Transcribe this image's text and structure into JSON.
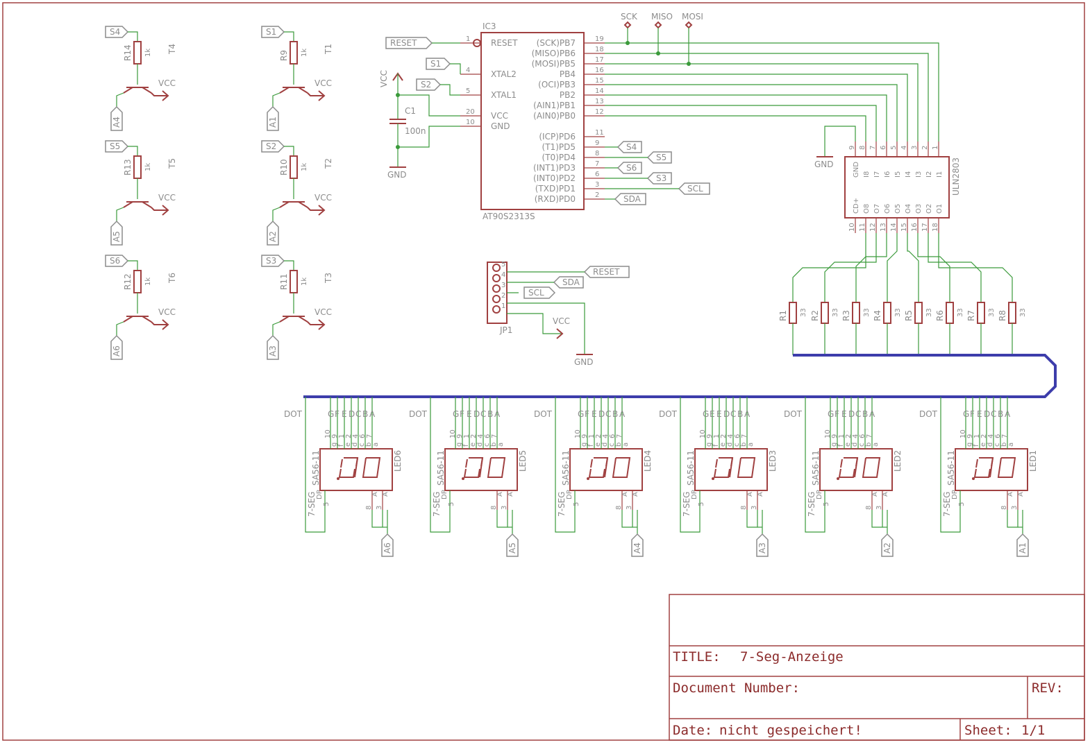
{
  "titleblock": {
    "title_label": "TITLE:",
    "title": "7-Seg-Anzeige",
    "document_label": "Document Number:",
    "rev_label": "REV:",
    "date_label": "Date:",
    "date": "nicht gespeichert!",
    "sheet_label": "Sheet:",
    "sheet": "1/1"
  },
  "mcu": {
    "name": "IC3",
    "value": "AT90S2313S",
    "left_pins": [
      {
        "num": "1",
        "name": "RESET"
      },
      {
        "num": "4",
        "name": "XTAL2"
      },
      {
        "num": "5",
        "name": "XTAL1"
      },
      {
        "num": "20",
        "name": "VCC"
      },
      {
        "num": "10",
        "name": "GND"
      }
    ],
    "right_pins": [
      {
        "num": "19",
        "name": "(SCK)PB7"
      },
      {
        "num": "18",
        "name": "(MISO)PB6"
      },
      {
        "num": "17",
        "name": "(MOSI)PB5"
      },
      {
        "num": "16",
        "name": "PB4"
      },
      {
        "num": "15",
        "name": "(OCI)PB3"
      },
      {
        "num": "14",
        "name": "PB2"
      },
      {
        "num": "13",
        "name": "(AIN1)PB1"
      },
      {
        "num": "12",
        "name": "(AIN0)PB0"
      },
      {
        "num": "11",
        "name": "(ICP)PD6"
      },
      {
        "num": "9",
        "name": "(T1)PD5"
      },
      {
        "num": "8",
        "name": "(T0)PD4"
      },
      {
        "num": "7",
        "name": "(INT1)PD3"
      },
      {
        "num": "6",
        "name": "(INT0)PD2"
      },
      {
        "num": "3",
        "name": "(TXD)PD1"
      },
      {
        "num": "2",
        "name": "(RXD)PD0"
      }
    ]
  },
  "mcu_labels": {
    "reset": "RESET",
    "s1": "S1",
    "s2": "S2",
    "pd5": "S4",
    "pd4": "S5",
    "pd3": "S6",
    "pd2": "S3",
    "pd1": "SCL",
    "pd0": "SDA"
  },
  "spi": [
    "SCK",
    "MISO",
    "MOSI"
  ],
  "cap": {
    "name": "C1",
    "value": "100n",
    "vcc": "VCC",
    "gnd": "GND"
  },
  "uln": {
    "name": "ULN2803",
    "top_nums": [
      "9",
      "8",
      "7",
      "6",
      "5",
      "4",
      "3",
      "2",
      "1"
    ],
    "top_names": [
      "GND",
      "I8",
      "I7",
      "I6",
      "I5",
      "I4",
      "I3",
      "I2",
      "I1"
    ],
    "bot_nums": [
      "10",
      "11",
      "12",
      "13",
      "14",
      "15",
      "16",
      "17",
      "18"
    ],
    "bot_names": [
      "CD+",
      "O8",
      "O7",
      "O6",
      "O5",
      "O4",
      "O3",
      "O2",
      "O1"
    ],
    "gnd": "GND"
  },
  "resistors": [
    {
      "name": "R1",
      "value": "33"
    },
    {
      "name": "R2",
      "value": "33"
    },
    {
      "name": "R3",
      "value": "33"
    },
    {
      "name": "R4",
      "value": "33"
    },
    {
      "name": "R5",
      "value": "33"
    },
    {
      "name": "R6",
      "value": "33"
    },
    {
      "name": "R7",
      "value": "33"
    },
    {
      "name": "R8",
      "value": "33"
    }
  ],
  "jp1": {
    "name": "JP1",
    "pins": [
      "5",
      "4",
      "3",
      "2",
      "1"
    ],
    "labels": {
      "reset": "RESET",
      "sda": "SDA",
      "scl": "SCL",
      "vcc": "VCC",
      "gnd": "GND"
    }
  },
  "drivers_left": [
    {
      "sig": "S4",
      "res": "R14",
      "rval": "1k",
      "tr": "T4",
      "vcc": "VCC",
      "anode": "A4"
    },
    {
      "sig": "S5",
      "res": "R13",
      "rval": "1k",
      "tr": "T5",
      "vcc": "VCC",
      "anode": "A5"
    },
    {
      "sig": "S6",
      "res": "R12",
      "rval": "1k",
      "tr": "T6",
      "vcc": "VCC",
      "anode": "A6"
    }
  ],
  "drivers_right": [
    {
      "sig": "S1",
      "res": "R9",
      "rval": "1k",
      "tr": "T1",
      "vcc": "VCC",
      "anode": "A1"
    },
    {
      "sig": "S2",
      "res": "R10",
      "rval": "1k",
      "tr": "T2",
      "vcc": "VCC",
      "anode": "A2"
    },
    {
      "sig": "S3",
      "res": "R11",
      "rval": "1k",
      "tr": "T3",
      "vcc": "VCC",
      "anode": "A3"
    }
  ],
  "displays": [
    {
      "name": "LED6",
      "anode": "A6"
    },
    {
      "name": "LED5",
      "anode": "A5"
    },
    {
      "name": "LED4",
      "anode": "A4"
    },
    {
      "name": "LED3",
      "anode": "A3"
    },
    {
      "name": "LED2",
      "anode": "A2"
    },
    {
      "name": "LED1",
      "anode": "A1"
    }
  ],
  "display_common": {
    "dot": "DOT",
    "type": "7-SEG",
    "part": "SA56-11",
    "seg_letters": [
      "G",
      "F",
      "E",
      "D",
      "C",
      "B",
      "A"
    ],
    "seg_letters_led3": [
      "G",
      "E",
      "E",
      "D",
      "C",
      "B",
      "A"
    ],
    "top_nums": [
      "10",
      "9",
      "1",
      "2",
      "4",
      "6",
      "7"
    ],
    "top_small": [
      "g",
      "f",
      "e",
      "d",
      "c",
      "b",
      "a"
    ],
    "bot_left": "5",
    "bot_left_small": "DP",
    "bot_right_nums": [
      "8",
      "3"
    ],
    "bot_right_small": [
      "A",
      "A"
    ]
  }
}
